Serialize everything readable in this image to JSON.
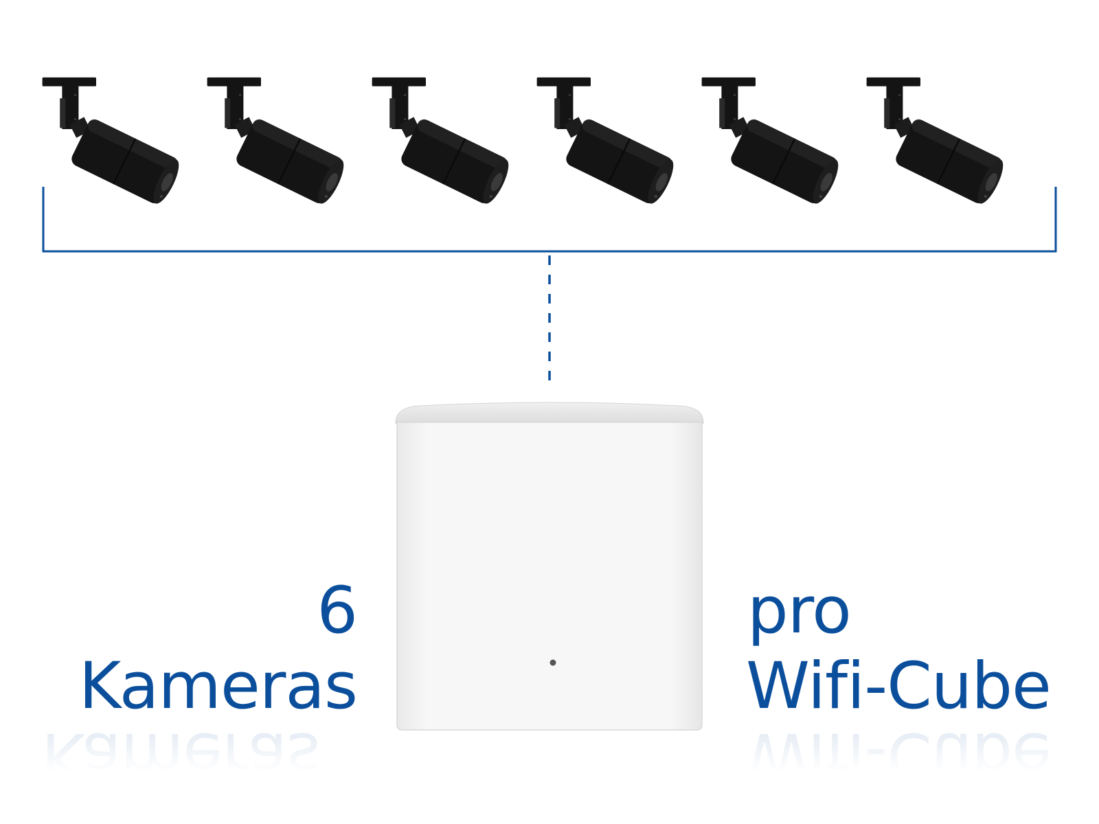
{
  "labels": {
    "left_line1": "6",
    "left_line2": "Kameras",
    "right_line1": "pro",
    "right_line2": "Wifi-Cube"
  },
  "colors": {
    "accent": "#0b4f9c",
    "camera": "#141414",
    "hub": "#f3f3f3"
  },
  "icons": {
    "camera": "bullet-camera-icon",
    "hub": "wifi-cube-icon"
  },
  "camera_count": 6
}
